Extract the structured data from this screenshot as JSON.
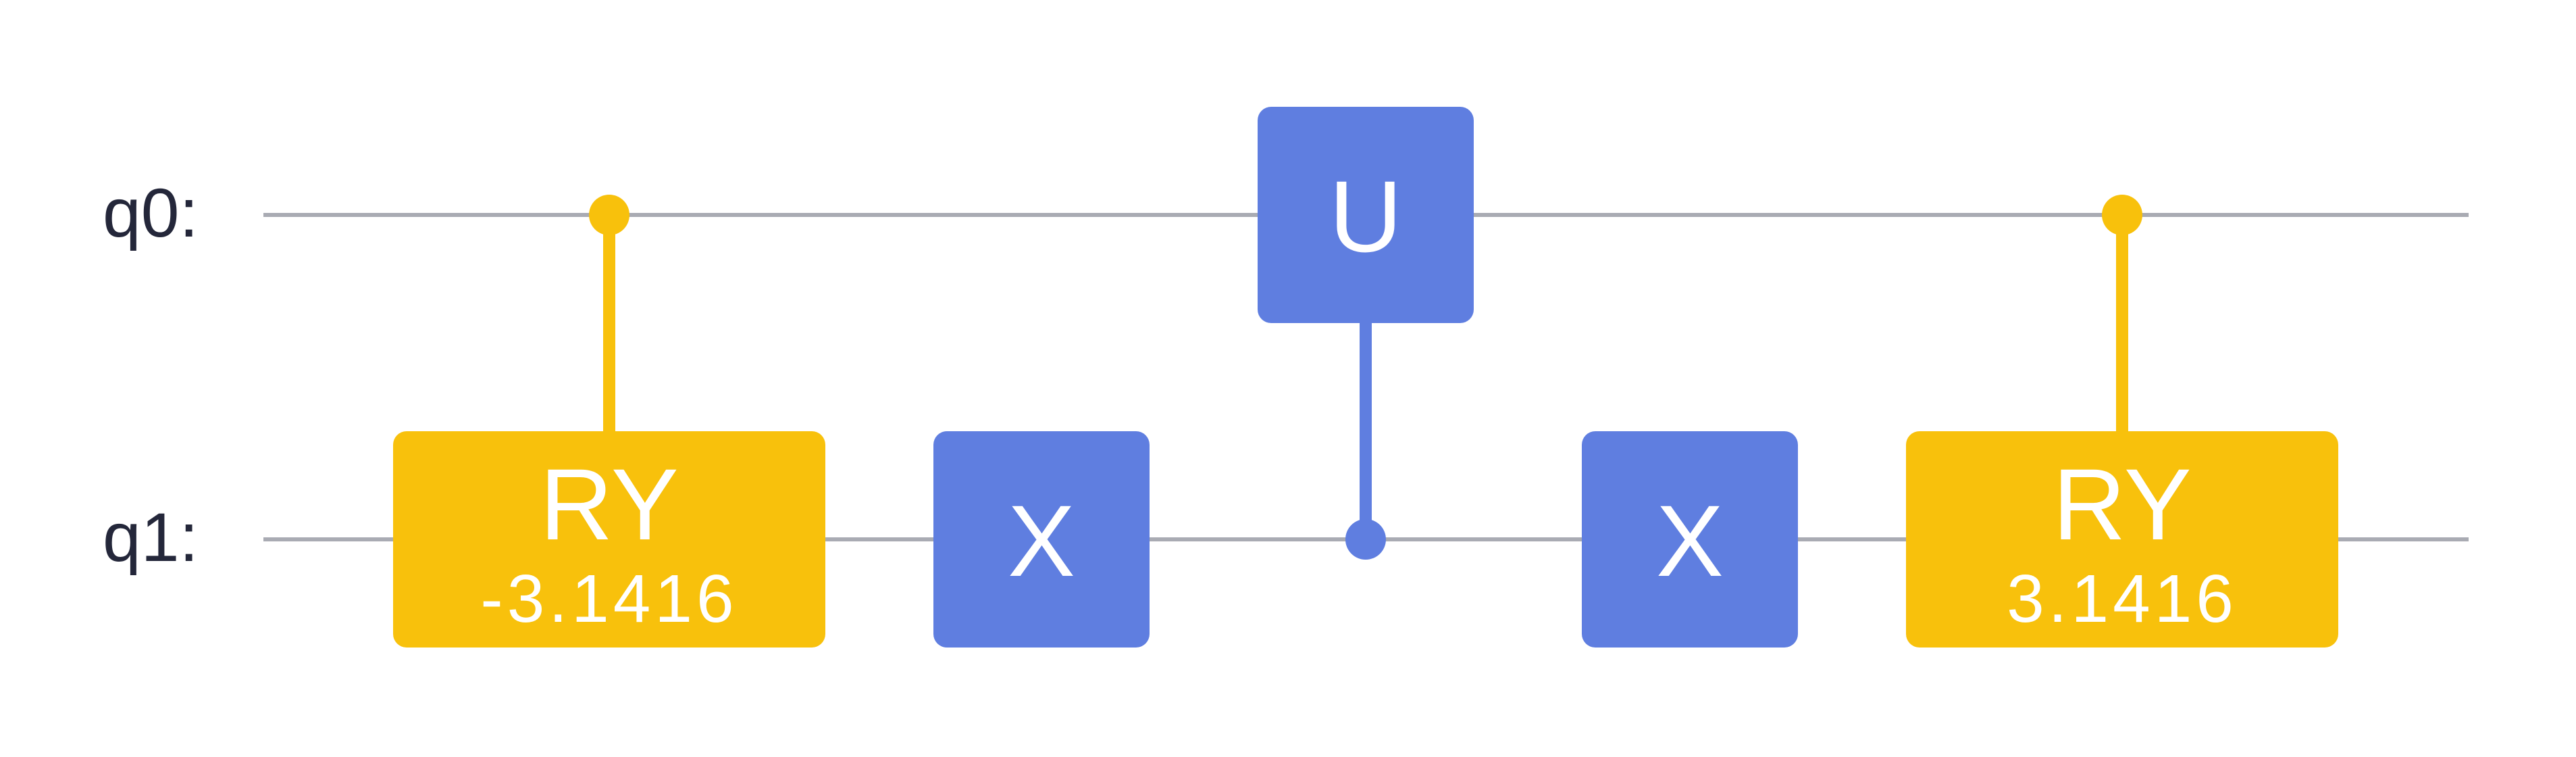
{
  "qubits": [
    {
      "id": "q0",
      "label": "q0:"
    },
    {
      "id": "q1",
      "label": "q1:"
    }
  ],
  "colors": {
    "wire": "#a9abb3",
    "rotation_gate": "#f8c10c",
    "basic_gate": "#5f7ee0",
    "gate_text": "#ffffff",
    "label_text": "#24273a"
  },
  "gates": [
    {
      "id": "cry1",
      "name": "RY",
      "param": "-3.1416",
      "type": "controlled-rotation",
      "control": "q0",
      "target": "q1",
      "color": "#f8c10c"
    },
    {
      "id": "x1",
      "name": "X",
      "type": "single",
      "target": "q1",
      "color": "#5f7ee0"
    },
    {
      "id": "cu",
      "name": "U",
      "type": "controlled",
      "control": "q1",
      "target": "q0",
      "color": "#5f7ee0"
    },
    {
      "id": "x2",
      "name": "X",
      "type": "single",
      "target": "q1",
      "color": "#5f7ee0"
    },
    {
      "id": "cry2",
      "name": "RY",
      "param": "3.1416",
      "type": "controlled-rotation",
      "control": "q0",
      "target": "q1",
      "color": "#f8c10c"
    }
  ]
}
